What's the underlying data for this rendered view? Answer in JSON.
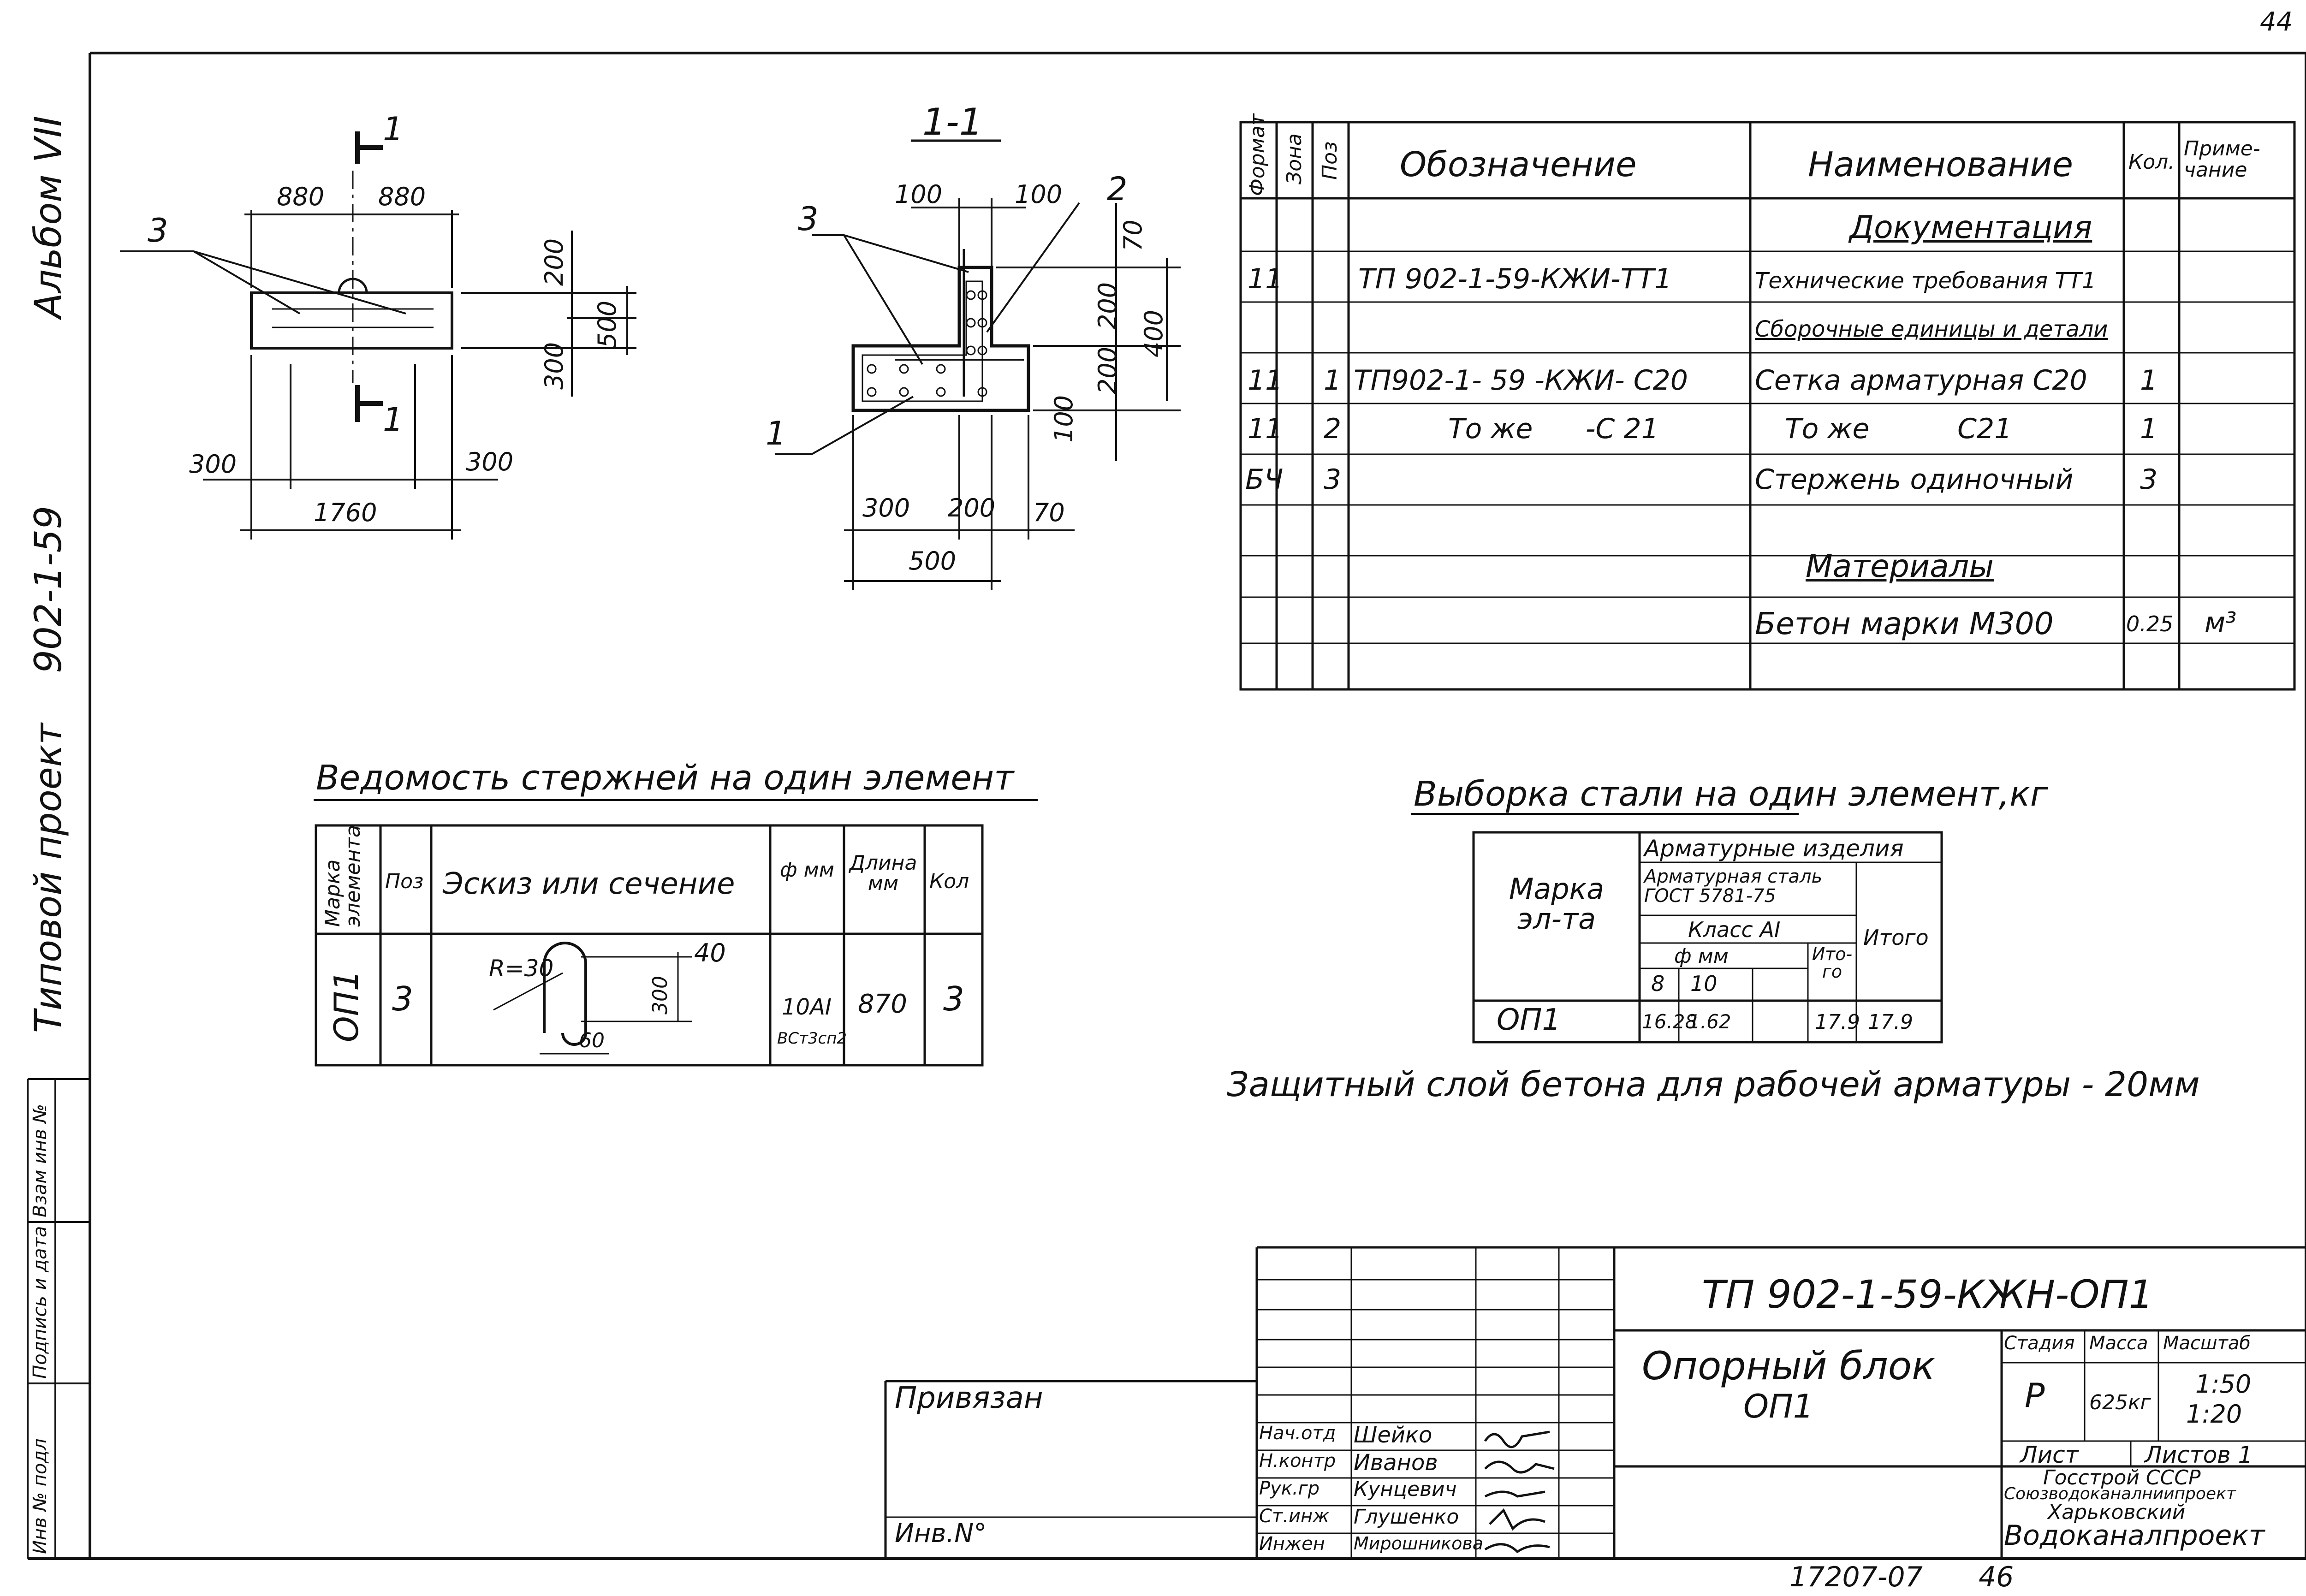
{
  "page_number": "44",
  "side_margin": {
    "album": "Альбом VII",
    "project_code": "902-1-59",
    "project_type": "Типовой проект"
  },
  "side_stamp": {
    "inv_podl": "Инв № подл",
    "signature_date": "Подпись и дата",
    "vzam_inv": "Взам инв №"
  },
  "plan_view": {
    "section_mark_top": "1",
    "section_mark_bottom": "1",
    "pos_label": "3",
    "dim_left_880": "880",
    "dim_right_880": "880",
    "dim_300_left": "300",
    "dim_300_right": "300",
    "dim_1760": "1760",
    "dim_200": "200",
    "dim_300_v": "300",
    "dim_500_v": "500"
  },
  "section_view": {
    "title": "1-1",
    "pos_1": "1",
    "pos_2": "2",
    "pos_3": "3",
    "dim_100_a": "100",
    "dim_100_b": "100",
    "dim_70_top": "70",
    "dim_200_a": "200",
    "dim_200_b": "200",
    "dim_400": "400",
    "dim_100_v": "100",
    "dim_300": "300",
    "dim_200_h": "200",
    "dim_70_h": "70",
    "dim_500": "500"
  },
  "spec_table": {
    "headers": {
      "format": "Формат",
      "zone": "Зона",
      "pos": "Поз",
      "designation": "Обозначение",
      "name": "Наименование",
      "qty": "Кол.",
      "note": "Приме-чание"
    },
    "rows": [
      {
        "format": "",
        "pos": "",
        "designation": "",
        "name": "Документация",
        "qty": "",
        "note": ""
      },
      {
        "format": "11",
        "pos": "",
        "designation": "ТП 902-1-59-КЖИ-ТТ1",
        "name": "Технические требования ТТ1",
        "qty": "",
        "note": ""
      },
      {
        "format": "",
        "pos": "",
        "designation": "",
        "name": "Сборочные единицы и детали",
        "qty": "",
        "note": ""
      },
      {
        "format": "11",
        "pos": "1",
        "designation": "ТП902-1- 59 -КЖИ- С20",
        "name": "Сетка арматурная С20",
        "qty": "1",
        "note": ""
      },
      {
        "format": "11",
        "pos": "2",
        "designation": "То же      -С 21",
        "name": "То же          С21",
        "qty": "1",
        "note": ""
      },
      {
        "format": "БЧ",
        "pos": "3",
        "designation": "",
        "name": "Стержень одиночный",
        "qty": "3",
        "note": ""
      },
      {
        "format": "",
        "pos": "",
        "designation": "",
        "name": "Материалы",
        "qty": "",
        "note": ""
      },
      {
        "format": "",
        "pos": "",
        "designation": "",
        "name": "Бетон марки М300",
        "qty": "0.25",
        "note": "м³"
      },
      {
        "format": "",
        "pos": "",
        "designation": "",
        "name": "",
        "qty": "",
        "note": ""
      }
    ]
  },
  "bars_table": {
    "title": "Ведомость стержней на один элемент",
    "headers": {
      "mark": "Марка элемента",
      "pos": "Поз",
      "sketch": "Эскиз или сечение",
      "diameter": "ф мм",
      "length": "Длина мм",
      "qty": "Кол"
    },
    "row": {
      "mark": "ОП1",
      "pos": "3",
      "radius": "R=30",
      "dim_40": "40",
      "dim_300": "300",
      "dim_60": "60",
      "diameter": "10АI",
      "steel": "ВСт3сп2",
      "length": "870",
      "qty": "3"
    }
  },
  "steel_table": {
    "title": "Выборка стали на один элемент,кг",
    "mark_header": "Марка эл-та",
    "group_header": "Арматурные изделия",
    "steel_header": "Арматурная сталь ГОСТ 5781-75",
    "class_header": "Класс АI",
    "diam_header": "ф мм",
    "d8": "8",
    "d10": "10",
    "subtotal_header": "Ито-го",
    "total_header": "Итого",
    "row": {
      "mark": "ОП1",
      "v8": "16.28",
      "v10": "1.62",
      "blank": "",
      "subtotal": "17.9",
      "total": "17.9"
    }
  },
  "note": "Защитный слой бетона для рабочей арматуры - 20мм",
  "title_block": {
    "code": "ТП 902-1-59-КЖН-ОП1",
    "title_line1": "Опорный блок",
    "title_line2": "ОП1",
    "privyazan": "Привязан",
    "inv_no": "Инв.N°",
    "stage_header": "Стадия",
    "mass_header": "Масса",
    "scale_header": "Масштаб",
    "stage": "Р",
    "mass": "625кг",
    "scale_1": "1:50",
    "scale_2": "1:20",
    "sheet": "Лист",
    "sheets": "Листов 1",
    "org_1": "Госстрой СССР",
    "org_2": "Союзводоканалниипроект",
    "org_3": "Харьковский",
    "org_4": "Водоканалпроект",
    "staff": [
      {
        "role": "Нач.отд",
        "name": "Шейко"
      },
      {
        "role": "Н.контр",
        "name": "Иванов"
      },
      {
        "role": "Рук.гр",
        "name": "Кунцевич"
      },
      {
        "role": "Ст.инж",
        "name": "Глушенко"
      },
      {
        "role": "Инжен",
        "name": "Мирошникова"
      }
    ]
  },
  "bottom_code": "17207-07",
  "bottom_sheet": "46"
}
